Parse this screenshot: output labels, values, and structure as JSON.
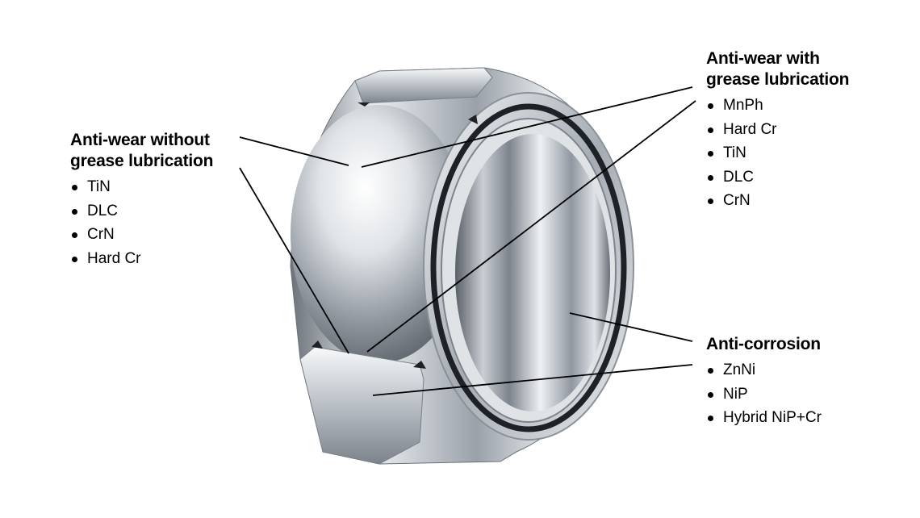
{
  "callouts": {
    "without_grease": {
      "title_line1": "Anti-wear without",
      "title_line2": "grease lubrication",
      "items": [
        "TiN",
        "DLC",
        "CrN",
        "Hard Cr"
      ]
    },
    "with_grease": {
      "title_line1": "Anti-wear with",
      "title_line2": "grease lubrication",
      "items": [
        "MnPh",
        "Hard Cr",
        "TiN",
        "DLC",
        "CrN"
      ]
    },
    "corrosion": {
      "title_line1": "Anti-corrosion",
      "items": [
        "ZnNi",
        "NiP",
        "Hybrid NiP+Cr"
      ]
    }
  },
  "colors": {
    "text": "#000000",
    "leader_line": "#000000",
    "steel_light": "#f4f6f8",
    "steel_mid": "#aeb4bb",
    "steel_dark": "#4a5058",
    "seal": "#1e2226"
  }
}
